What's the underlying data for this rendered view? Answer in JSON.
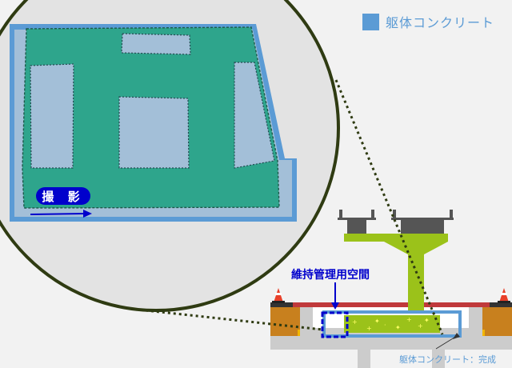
{
  "legend": {
    "label": "躯体コンクリート",
    "color": "#5b9bd5"
  },
  "callouts": {
    "shooting": "撮 影",
    "maintenance_space": "維持管理用空間",
    "completion": "躯体コンクリート：完成"
  },
  "colors": {
    "concrete": "#5b9bd5",
    "wall_green": "#2ea58c",
    "pillar": "#9bc21a",
    "accent_blue": "#0000cc",
    "circle_outline": "#2f3b12",
    "soil": "#c8801e",
    "deck_red": "#c0393b"
  }
}
